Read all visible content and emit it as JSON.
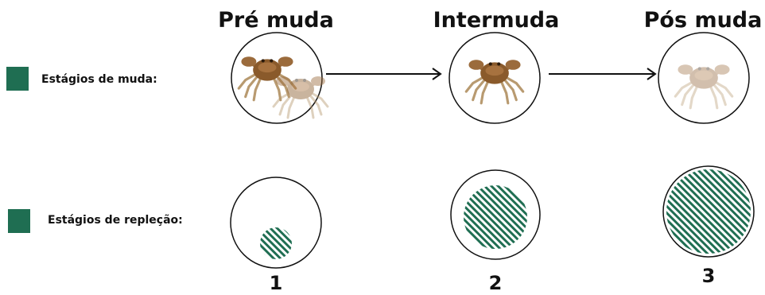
{
  "stages": [
    {
      "title": "Pré muda"
    },
    {
      "title": "Intermuda"
    },
    {
      "title": "Pós muda"
    }
  ],
  "legend": [
    {
      "label": "Estágios de muda:",
      "color": "#1f6e52"
    },
    {
      "label": "Estágios de repleção:",
      "color": "#1f6e52"
    }
  ],
  "repletion": [
    {
      "number": "1",
      "fill_fraction": 0.36
    },
    {
      "number": "2",
      "fill_fraction": 0.72
    },
    {
      "number": "3",
      "fill_fraction": 0.95
    }
  ],
  "colors": {
    "hatch": "#1f6e52",
    "crab_shell": "#8a5a2b",
    "crab_legs": "#b89a70"
  },
  "icons": [
    "crab-image",
    "arrow-right-icon"
  ]
}
